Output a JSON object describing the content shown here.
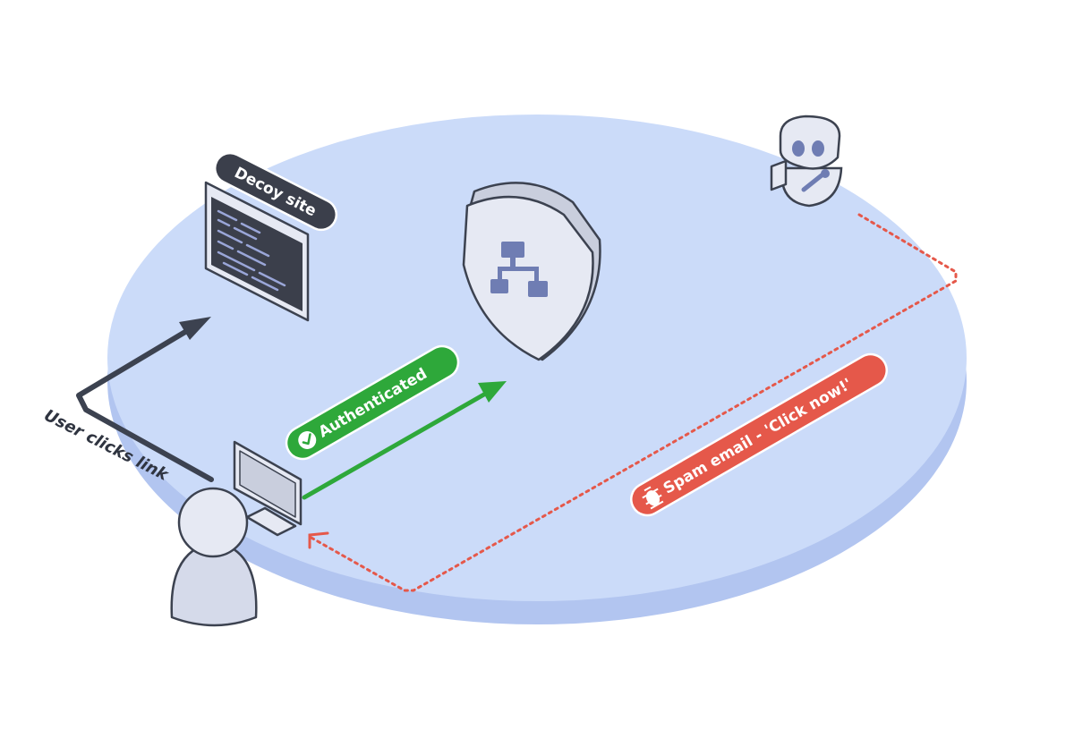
{
  "labels": {
    "decoy_site": "Decoy site",
    "authenticated": "Authenticated",
    "spam_email": "Spam email - 'Click now!'",
    "user_clicks_link": "User clicks link"
  },
  "colors": {
    "platform_top": "#cbdbf9",
    "platform_side": "#b2c5f0",
    "outline": "#3c4250",
    "object_fill": "#e6e9f3",
    "icon_accent": "#6f7db3",
    "authenticated_green": "#2ea83a",
    "spam_red": "#e5584a",
    "decoy_dark": "#3b3f4b",
    "user_path": "#3c4250"
  },
  "icons": {
    "shield": "shield-network-icon",
    "robot": "robot-attacker-icon",
    "user": "user-icon",
    "computer": "computer-monitor-icon",
    "decoy": "browser-window-icon",
    "check": "check-circle-icon",
    "bug": "bug-icon"
  }
}
